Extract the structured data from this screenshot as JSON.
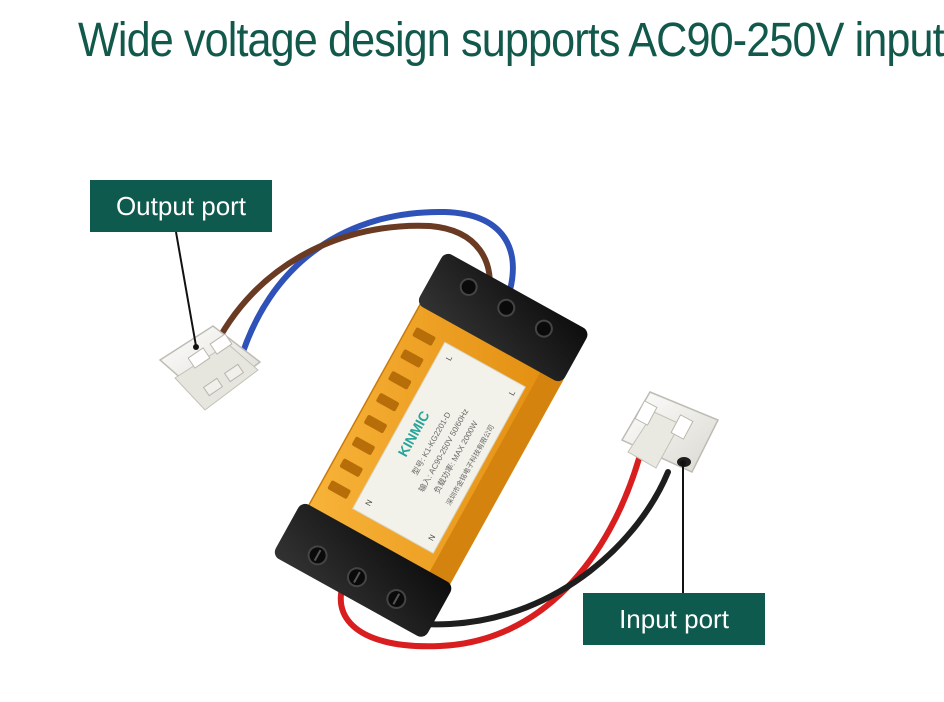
{
  "headline": "Wide voltage design supports AC90-250V input",
  "callouts": {
    "output": "Output port",
    "input": "Input port"
  },
  "label_text": {
    "brand": "KINMIC",
    "model": "型号: K1-KG2201-D",
    "input_spec": "输入: AC90-250V 50/60Hz",
    "load_spec": "负载功率: MAX 2000W",
    "maker": "深圳市金铭电子科技有限公司",
    "port_left_top": "N",
    "port_left_bottom": "N",
    "port_right_top": "L",
    "port_right_bottom": "L"
  },
  "colors": {
    "accent": "#12594c",
    "callout_bg": "#0f5a4e",
    "housing": "#f2a61f",
    "end_caps": "#1c1c1c",
    "wire_blue": "#2f52b8",
    "wire_brown": "#6a3b22",
    "wire_red": "#d81e1e",
    "wire_black": "#1e1e1e",
    "connector": "#f4f4ef"
  }
}
